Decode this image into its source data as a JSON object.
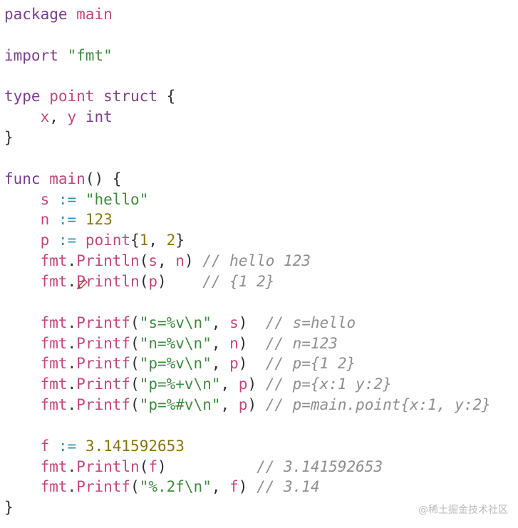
{
  "code": {
    "lines": [
      {
        "tokens": [
          {
            "t": "package",
            "c": "kw"
          },
          {
            "t": " ",
            "c": "pn"
          },
          {
            "t": "main",
            "c": "id"
          }
        ]
      },
      {
        "tokens": []
      },
      {
        "tokens": [
          {
            "t": "import",
            "c": "kw"
          },
          {
            "t": " ",
            "c": "pn"
          },
          {
            "t": "\"fmt\"",
            "c": "str"
          }
        ]
      },
      {
        "tokens": []
      },
      {
        "tokens": [
          {
            "t": "type",
            "c": "kw"
          },
          {
            "t": " ",
            "c": "pn"
          },
          {
            "t": "point",
            "c": "id"
          },
          {
            "t": " ",
            "c": "pn"
          },
          {
            "t": "struct",
            "c": "kw"
          },
          {
            "t": " {",
            "c": "pn"
          }
        ]
      },
      {
        "tokens": [
          {
            "t": "    ",
            "c": "pn"
          },
          {
            "t": "x",
            "c": "id"
          },
          {
            "t": ", ",
            "c": "pn"
          },
          {
            "t": "y",
            "c": "id"
          },
          {
            "t": " ",
            "c": "pn"
          },
          {
            "t": "int",
            "c": "kw"
          }
        ]
      },
      {
        "tokens": [
          {
            "t": "}",
            "c": "pn"
          }
        ]
      },
      {
        "tokens": []
      },
      {
        "tokens": [
          {
            "t": "func",
            "c": "kw"
          },
          {
            "t": " ",
            "c": "pn"
          },
          {
            "t": "main",
            "c": "fn"
          },
          {
            "t": "() {",
            "c": "pn"
          }
        ]
      },
      {
        "tokens": [
          {
            "t": "    ",
            "c": "pn"
          },
          {
            "t": "s",
            "c": "id"
          },
          {
            "t": " ",
            "c": "pn"
          },
          {
            "t": ":=",
            "c": "op"
          },
          {
            "t": " ",
            "c": "pn"
          },
          {
            "t": "\"hello\"",
            "c": "str"
          }
        ]
      },
      {
        "tokens": [
          {
            "t": "    ",
            "c": "pn"
          },
          {
            "t": "n",
            "c": "id"
          },
          {
            "t": " ",
            "c": "pn"
          },
          {
            "t": ":=",
            "c": "op"
          },
          {
            "t": " ",
            "c": "pn"
          },
          {
            "t": "123",
            "c": "num"
          }
        ]
      },
      {
        "tokens": [
          {
            "t": "    ",
            "c": "pn"
          },
          {
            "t": "p",
            "c": "id"
          },
          {
            "t": " ",
            "c": "pn"
          },
          {
            "t": ":=",
            "c": "op"
          },
          {
            "t": " ",
            "c": "pn"
          },
          {
            "t": "point",
            "c": "id"
          },
          {
            "t": "{",
            "c": "pn"
          },
          {
            "t": "1",
            "c": "num"
          },
          {
            "t": ", ",
            "c": "pn"
          },
          {
            "t": "2",
            "c": "num"
          },
          {
            "t": "}",
            "c": "pn"
          }
        ]
      },
      {
        "tokens": [
          {
            "t": "    ",
            "c": "pn"
          },
          {
            "t": "fmt",
            "c": "id"
          },
          {
            "t": ".",
            "c": "pn"
          },
          {
            "t": "Println",
            "c": "fn"
          },
          {
            "t": "(",
            "c": "pn"
          },
          {
            "t": "s",
            "c": "id"
          },
          {
            "t": ", ",
            "c": "pn"
          },
          {
            "t": "n",
            "c": "id"
          },
          {
            "t": ") ",
            "c": "pn"
          },
          {
            "t": "// hello 123",
            "c": "cm"
          }
        ]
      },
      {
        "tokens": [
          {
            "t": "    ",
            "c": "pn"
          },
          {
            "t": "fmt",
            "c": "id"
          },
          {
            "t": ".",
            "c": "pn"
          },
          {
            "t": "Println",
            "c": "fn"
          },
          {
            "t": "(",
            "c": "pn"
          },
          {
            "t": "p",
            "c": "id"
          },
          {
            "t": ")    ",
            "c": "pn"
          },
          {
            "t": "// {1 2}",
            "c": "cm"
          }
        ]
      },
      {
        "tokens": []
      },
      {
        "tokens": [
          {
            "t": "    ",
            "c": "pn"
          },
          {
            "t": "fmt",
            "c": "id"
          },
          {
            "t": ".",
            "c": "pn"
          },
          {
            "t": "Printf",
            "c": "fn"
          },
          {
            "t": "(",
            "c": "pn"
          },
          {
            "t": "\"s=%v\\n\"",
            "c": "str"
          },
          {
            "t": ", ",
            "c": "pn"
          },
          {
            "t": "s",
            "c": "id"
          },
          {
            "t": ")  ",
            "c": "pn"
          },
          {
            "t": "// s=hello",
            "c": "cm"
          }
        ]
      },
      {
        "tokens": [
          {
            "t": "    ",
            "c": "pn"
          },
          {
            "t": "fmt",
            "c": "id"
          },
          {
            "t": ".",
            "c": "pn"
          },
          {
            "t": "Printf",
            "c": "fn"
          },
          {
            "t": "(",
            "c": "pn"
          },
          {
            "t": "\"n=%v\\n\"",
            "c": "str"
          },
          {
            "t": ", ",
            "c": "pn"
          },
          {
            "t": "n",
            "c": "id"
          },
          {
            "t": ")  ",
            "c": "pn"
          },
          {
            "t": "// n=123",
            "c": "cm"
          }
        ]
      },
      {
        "tokens": [
          {
            "t": "    ",
            "c": "pn"
          },
          {
            "t": "fmt",
            "c": "id"
          },
          {
            "t": ".",
            "c": "pn"
          },
          {
            "t": "Printf",
            "c": "fn"
          },
          {
            "t": "(",
            "c": "pn"
          },
          {
            "t": "\"p=%v\\n\"",
            "c": "str"
          },
          {
            "t": ", ",
            "c": "pn"
          },
          {
            "t": "p",
            "c": "id"
          },
          {
            "t": ")  ",
            "c": "pn"
          },
          {
            "t": "// p={1 2}",
            "c": "cm"
          }
        ]
      },
      {
        "tokens": [
          {
            "t": "    ",
            "c": "pn"
          },
          {
            "t": "fmt",
            "c": "id"
          },
          {
            "t": ".",
            "c": "pn"
          },
          {
            "t": "Printf",
            "c": "fn"
          },
          {
            "t": "(",
            "c": "pn"
          },
          {
            "t": "\"p=%+v\\n\"",
            "c": "str"
          },
          {
            "t": ", ",
            "c": "pn"
          },
          {
            "t": "p",
            "c": "id"
          },
          {
            "t": ") ",
            "c": "pn"
          },
          {
            "t": "// p={x:1 y:2}",
            "c": "cm"
          }
        ]
      },
      {
        "tokens": [
          {
            "t": "    ",
            "c": "pn"
          },
          {
            "t": "fmt",
            "c": "id"
          },
          {
            "t": ".",
            "c": "pn"
          },
          {
            "t": "Printf",
            "c": "fn"
          },
          {
            "t": "(",
            "c": "pn"
          },
          {
            "t": "\"p=%#v\\n\"",
            "c": "str"
          },
          {
            "t": ", ",
            "c": "pn"
          },
          {
            "t": "p",
            "c": "id"
          },
          {
            "t": ") ",
            "c": "pn"
          },
          {
            "t": "// p=main.point{x:1, y:2}",
            "c": "cm"
          }
        ]
      },
      {
        "tokens": []
      },
      {
        "tokens": [
          {
            "t": "    ",
            "c": "pn"
          },
          {
            "t": "f",
            "c": "id"
          },
          {
            "t": " ",
            "c": "pn"
          },
          {
            "t": ":=",
            "c": "op"
          },
          {
            "t": " ",
            "c": "pn"
          },
          {
            "t": "3.141592653",
            "c": "num"
          }
        ]
      },
      {
        "tokens": [
          {
            "t": "    ",
            "c": "pn"
          },
          {
            "t": "fmt",
            "c": "id"
          },
          {
            "t": ".",
            "c": "pn"
          },
          {
            "t": "Println",
            "c": "fn"
          },
          {
            "t": "(",
            "c": "pn"
          },
          {
            "t": "f",
            "c": "id"
          },
          {
            "t": ")          ",
            "c": "pn"
          },
          {
            "t": "// 3.141592653",
            "c": "cm"
          }
        ]
      },
      {
        "tokens": [
          {
            "t": "    ",
            "c": "pn"
          },
          {
            "t": "fmt",
            "c": "id"
          },
          {
            "t": ".",
            "c": "pn"
          },
          {
            "t": "Printf",
            "c": "fn"
          },
          {
            "t": "(",
            "c": "pn"
          },
          {
            "t": "\"%.2f\\n\"",
            "c": "str"
          },
          {
            "t": ", ",
            "c": "pn"
          },
          {
            "t": "f",
            "c": "id"
          },
          {
            "t": ") ",
            "c": "pn"
          },
          {
            "t": "// 3.14",
            "c": "cm"
          }
        ]
      },
      {
        "tokens": [
          {
            "t": "}",
            "c": "pn"
          }
        ]
      }
    ]
  },
  "watermark": "@稀土掘金技术社区",
  "colors": {
    "keyword": "#7a3f8c",
    "identifier": "#c2477a",
    "string": "#3f8a3f",
    "number": "#8a7414",
    "operator": "#2a93b8",
    "comment": "#8e8e8e",
    "background": "#ffffff"
  }
}
